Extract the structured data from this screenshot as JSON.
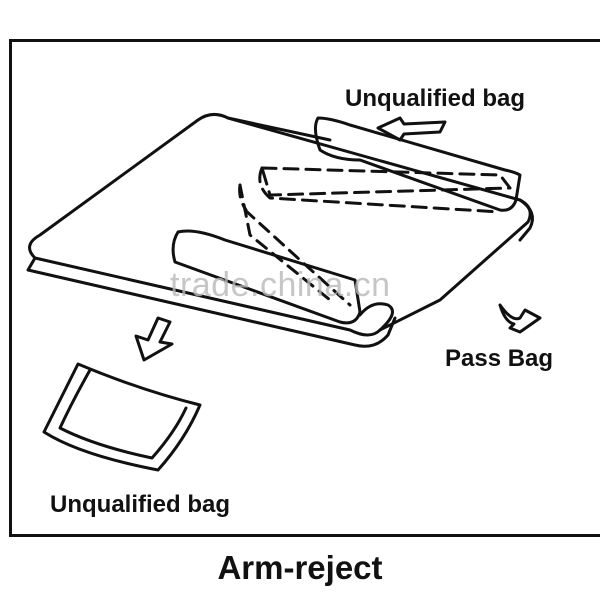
{
  "diagram": {
    "labels": {
      "top": "Unqualified bag",
      "pass": "Pass Bag",
      "bottom": "Unqualified bag",
      "title": "Arm-reject"
    },
    "watermark": "trade.china.cn",
    "colors": {
      "line": "#111111",
      "background": "#ffffff",
      "watermark": "#b9b9b9"
    }
  }
}
